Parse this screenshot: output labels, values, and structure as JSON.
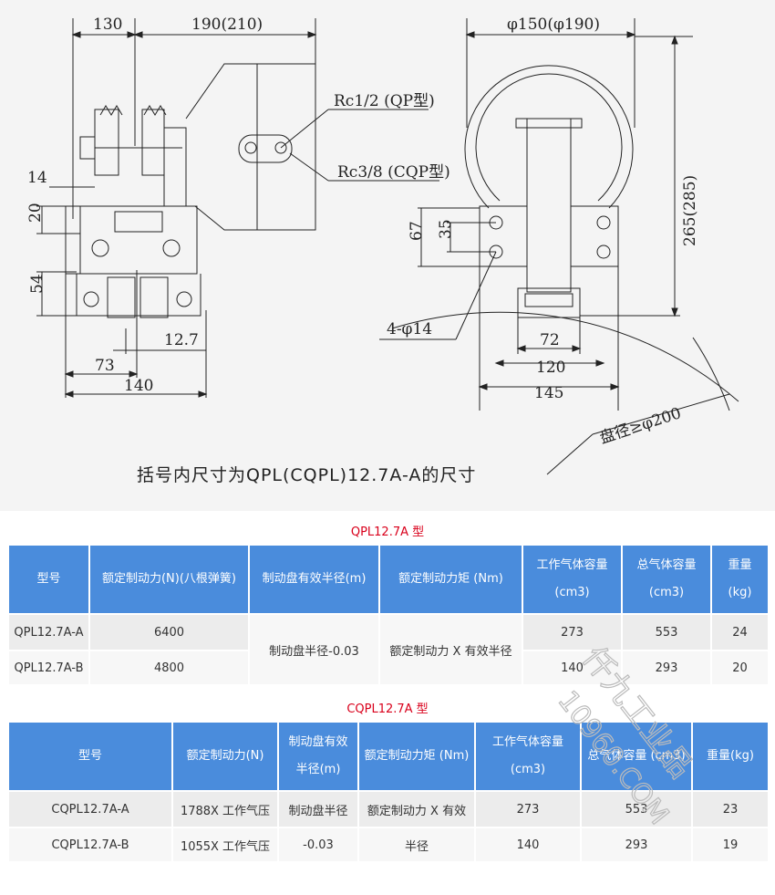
{
  "drawing": {
    "dims_left": {
      "top_left": "130",
      "top_right": "190(210)",
      "d14": "14",
      "d20": "20",
      "d54": "54",
      "d12_7": "12.7",
      "d73": "73",
      "d140": "140"
    },
    "port_labels": {
      "qp": "Rc1/2 (QP型)",
      "cqp": "Rc3/8 (CQP型)"
    },
    "dims_right": {
      "dia_top": "φ150(φ190)",
      "h265": "265(285)",
      "d67": "67",
      "d35": "35",
      "holes": "4-φ14",
      "d72": "72",
      "d120": "120",
      "d145": "145",
      "disc": "盘径≥φ200"
    },
    "note": "括号内尺寸为QPL(CQPL)12.7A-A的尺寸"
  },
  "table1": {
    "title": "QPL12.7A 型",
    "headers": [
      "型号",
      "额定制动力(N)(八根弹簧)",
      "制动盘有效半径(m)",
      "额定制动力矩 (Nm)",
      "工作气体容量 (cm3)",
      "总气体容量 (cm3)",
      "重量 (kg)"
    ],
    "rows": [
      {
        "model": "QPL12.7A-A",
        "force": "6400",
        "gas_work": "273",
        "gas_total": "553",
        "weight": "24"
      },
      {
        "model": "QPL12.7A-B",
        "force": "4800",
        "gas_work": "140",
        "gas_total": "293",
        "weight": "20"
      }
    ],
    "radius": "制动盘半径-0.03",
    "torque": "额定制动力 X 有效半径"
  },
  "table2": {
    "title": "CQPL12.7A 型",
    "headers": [
      "型号",
      "额定制动力(N)",
      "制动盘有效 半径(m)",
      "额定制动力矩 (Nm)",
      "工作气体容量 (cm3)",
      "总气体容量 (cm3)",
      "重量(kg)"
    ],
    "rows": [
      {
        "model": "CQPL12.7A-A",
        "force": "1788X 工作气压",
        "gas_work": "273",
        "gas_total": "553",
        "weight": "23"
      },
      {
        "model": "CQPL12.7A-B",
        "force": "1055X 工作气压",
        "gas_work": "140",
        "gas_total": "293",
        "weight": "19"
      }
    ],
    "radius_l1": "制动盘半径",
    "radius_l2": "-0.03",
    "torque_l1": "额定制动力 X 有效",
    "torque_l2": "半径"
  },
  "watermark": {
    "line1": "仟九工业品",
    "line2": "10960.COM"
  }
}
